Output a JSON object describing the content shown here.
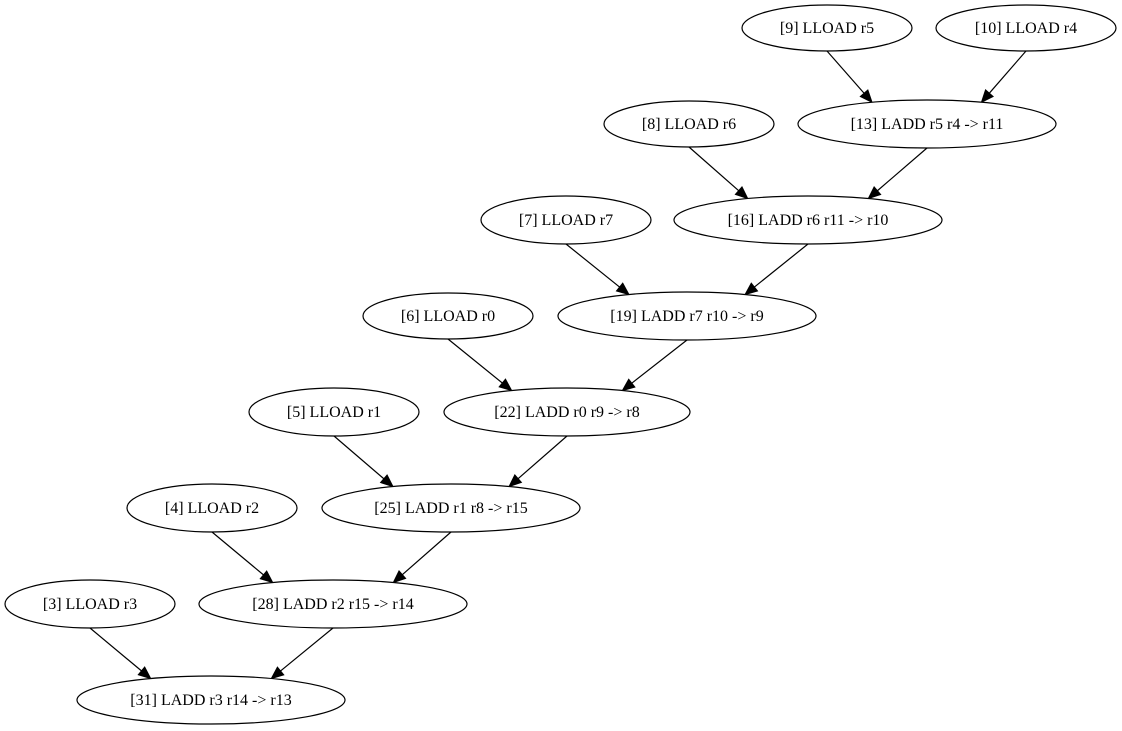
{
  "nodes": [
    {
      "id": "n9",
      "label": "[9] LLOAD r5"
    },
    {
      "id": "n10",
      "label": "[10] LLOAD r4"
    },
    {
      "id": "n8",
      "label": "[8] LLOAD r6"
    },
    {
      "id": "n13",
      "label": "[13] LADD r5 r4 -> r11"
    },
    {
      "id": "n7",
      "label": "[7] LLOAD r7"
    },
    {
      "id": "n16",
      "label": "[16] LADD r6 r11 -> r10"
    },
    {
      "id": "n6",
      "label": "[6] LLOAD r0"
    },
    {
      "id": "n19",
      "label": "[19] LADD r7 r10 -> r9"
    },
    {
      "id": "n5",
      "label": "[5] LLOAD r1"
    },
    {
      "id": "n22",
      "label": "[22] LADD r0 r9 -> r8"
    },
    {
      "id": "n4",
      "label": "[4] LLOAD r2"
    },
    {
      "id": "n25",
      "label": "[25] LADD r1 r8 -> r15"
    },
    {
      "id": "n3",
      "label": "[3] LLOAD r3"
    },
    {
      "id": "n28",
      "label": "[28] LADD r2 r15 -> r14"
    },
    {
      "id": "n31",
      "label": "[31] LADD r3 r14 -> r13"
    }
  ],
  "edges": [
    {
      "from": "n9",
      "to": "n13"
    },
    {
      "from": "n10",
      "to": "n13"
    },
    {
      "from": "n8",
      "to": "n16"
    },
    {
      "from": "n13",
      "to": "n16"
    },
    {
      "from": "n7",
      "to": "n19"
    },
    {
      "from": "n16",
      "to": "n19"
    },
    {
      "from": "n6",
      "to": "n22"
    },
    {
      "from": "n19",
      "to": "n22"
    },
    {
      "from": "n5",
      "to": "n25"
    },
    {
      "from": "n22",
      "to": "n25"
    },
    {
      "from": "n4",
      "to": "n28"
    },
    {
      "from": "n25",
      "to": "n28"
    },
    {
      "from": "n3",
      "to": "n31"
    },
    {
      "from": "n28",
      "to": "n31"
    }
  ]
}
